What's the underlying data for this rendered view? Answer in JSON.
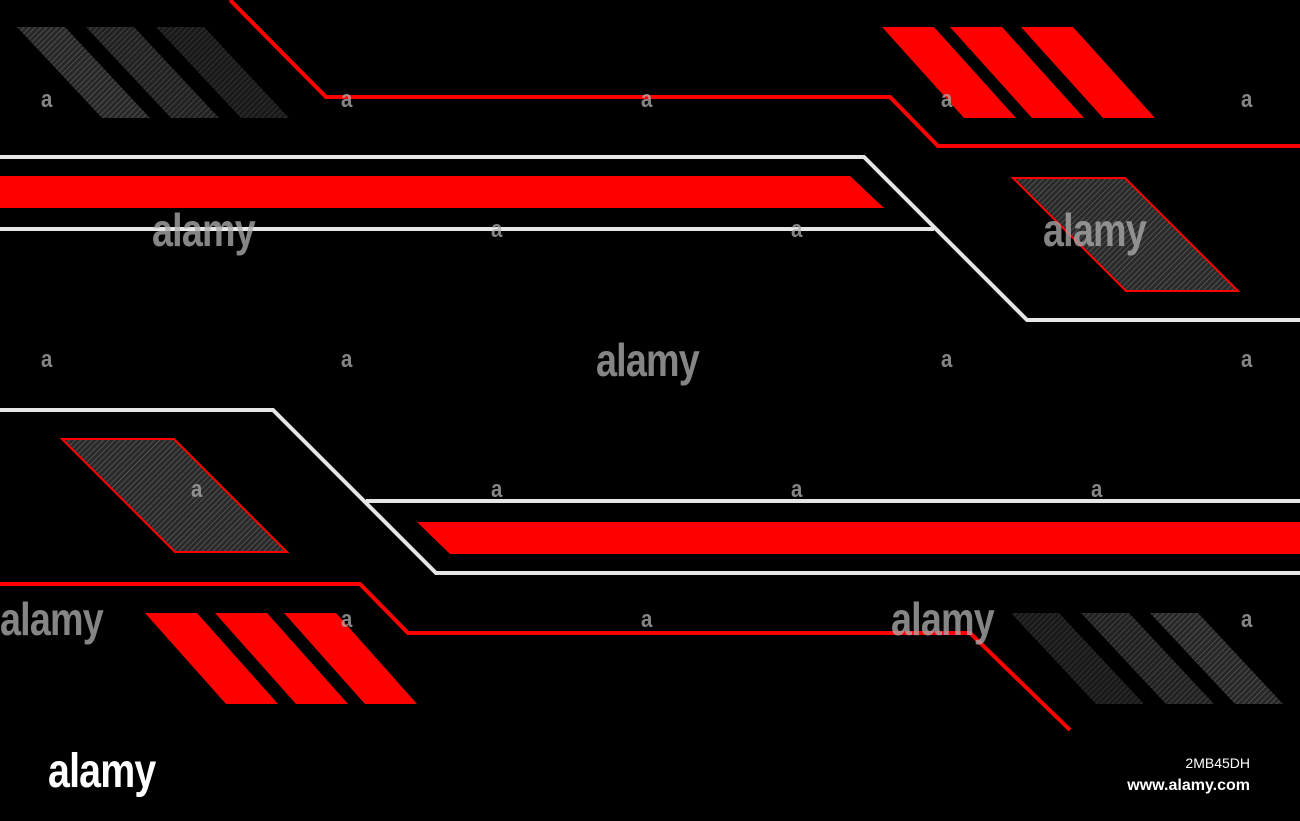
{
  "watermark": {
    "brand_word": "alamy",
    "letter": "a"
  },
  "footer": {
    "logo_text": "alamy",
    "image_id": "2MB45DH",
    "site_url": "www.alamy.com"
  },
  "palette": {
    "background": "#000000",
    "accent_red": "#ff0000",
    "line_white": "#e6e6e6",
    "panel_gray": "#3a3a3a"
  }
}
